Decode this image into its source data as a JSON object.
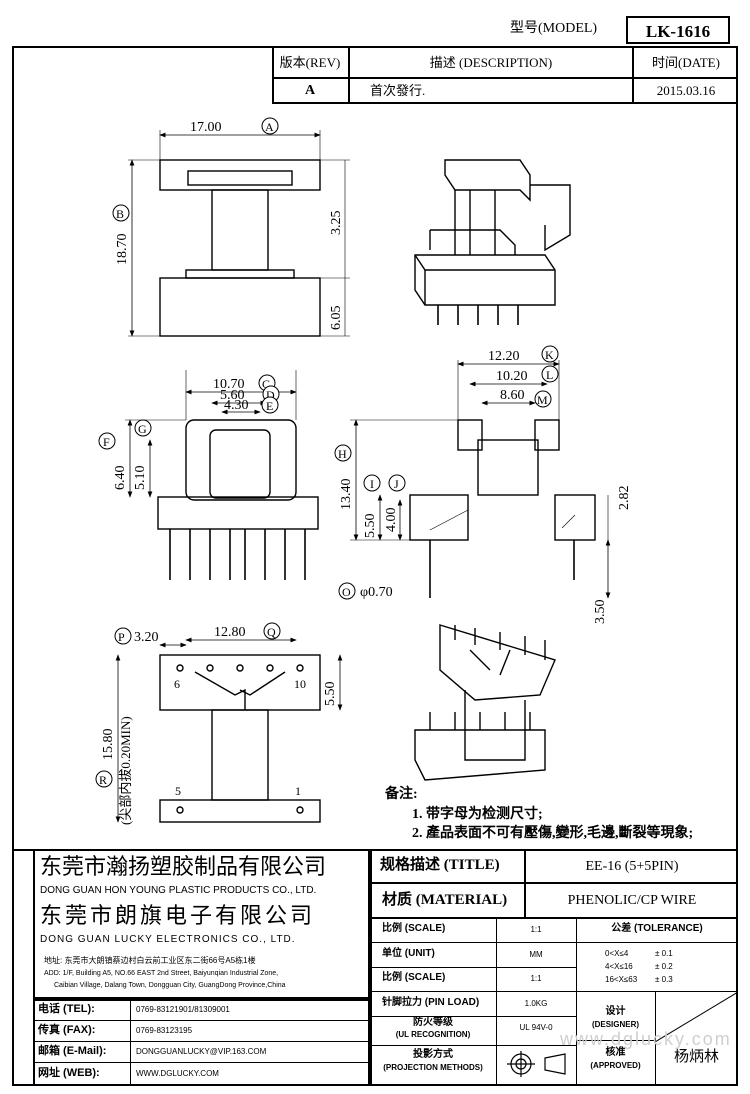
{
  "header": {
    "model_label": "型号(MODEL)",
    "model_value": "LK-1616",
    "rev_label": "版本(REV)",
    "desc_label": "描述 (DESCRIPTION)",
    "date_label": "时间(DATE)",
    "rev_value": "A",
    "desc_value": "首次發行.",
    "date_value": "2015.03.16"
  },
  "dimensions": {
    "A": "17.00",
    "B": "18.70",
    "h325": "3.25",
    "h605": "6.05",
    "C": "10.70",
    "D": "5.60",
    "E": "4.30",
    "F": "6.40",
    "G": "5.10",
    "K": "12.20",
    "L": "10.20",
    "M": "8.60",
    "H": "13.40",
    "I": "5.50",
    "J": "4.00",
    "h282": "2.82",
    "O": "φ0.70",
    "h350": "3.50",
    "P": "3.20",
    "Q": "12.80",
    "h550": "5.50",
    "R": "15.80",
    "R_note": "(尖部内拔0.20MIN)",
    "pin6": "6",
    "pin10": "10",
    "pin5": "5",
    "pin1": "1"
  },
  "letters": [
    "A",
    "B",
    "C",
    "D",
    "E",
    "F",
    "G",
    "H",
    "I",
    "J",
    "K",
    "L",
    "M",
    "O",
    "P",
    "Q",
    "R"
  ],
  "notes": {
    "title": "备注:",
    "n1": "1. 带字母为检测尺寸;",
    "n2": "2. 產品表面不可有壓傷,變形,毛邊,斷裂等現象;"
  },
  "company": {
    "name1_cn": "东莞市瀚扬塑胶制品有限公司",
    "name1_en": "DONG GUAN HON YOUNG PLASTIC PRODUCTS CO., LTD.",
    "name2_cn": "东莞市朗旗电子有限公司",
    "name2_en": "DONG GUAN LUCKY ELECTRONICS CO., LTD.",
    "addr_cn": "地址: 东莞市大朗镇蔡边村白云前工业区东二街66号A5栋1楼",
    "addr_en1": "ADD: 1/F, Building A5, NO.66 EAST 2nd Street, Baiyunqian Industrial Zone,",
    "addr_en2": "Caibian Village, Dalang Town, Dongguan City, GuangDong Province,China",
    "tel_label": "电话 (TEL):",
    "tel": "0769-83121901/81309001",
    "fax_label": "传真 (FAX):",
    "fax": "0769-83123195",
    "mail_label": "邮箱 (E-Mail):",
    "mail": "DONGGUANLUCKY@VIP.163.COM",
    "web_label": "网址 (WEB):",
    "web": "WWW.DGLUCKY.COM"
  },
  "spec": {
    "title_label": "规格描述 (TITLE)",
    "title_value": "EE-16 (5+5PIN)",
    "material_label": "材质 (MATERIAL)",
    "material_value": "PHENOLIC/CP WIRE",
    "scale_label": "比例 (SCALE)",
    "scale_value": "1:1",
    "tolerance_label": "公差 (TOLERANCE)",
    "unit_label": "单位 (UNIT)",
    "unit_value": "MM",
    "tol1": "0<X≤4",
    "tol1v": "± 0.1",
    "tol2": "4<X≤16",
    "tol2v": "± 0.2",
    "tol3": "16<X≤63",
    "tol3v": "± 0.3",
    "scale2_label": "比例 (SCALE)",
    "scale2_value": "1:1",
    "pin_label": "针脚拉力 (PIN LOAD)",
    "pin_value": "1.0KG",
    "designer_label": "设计",
    "designer_label_en": "(DESIGNER)",
    "fire_label": "防火等级",
    "fire_label_en": "(UL RECOGNITION)",
    "fire_value": "UL 94V-0",
    "approved_label": "核准",
    "approved_label_en": "(APPROVED)",
    "approved_value": "杨炳林",
    "proj_label": "投影方式",
    "proj_label_en": "(PROJECTION METHODS)"
  },
  "watermark": "www.dglucky.com"
}
